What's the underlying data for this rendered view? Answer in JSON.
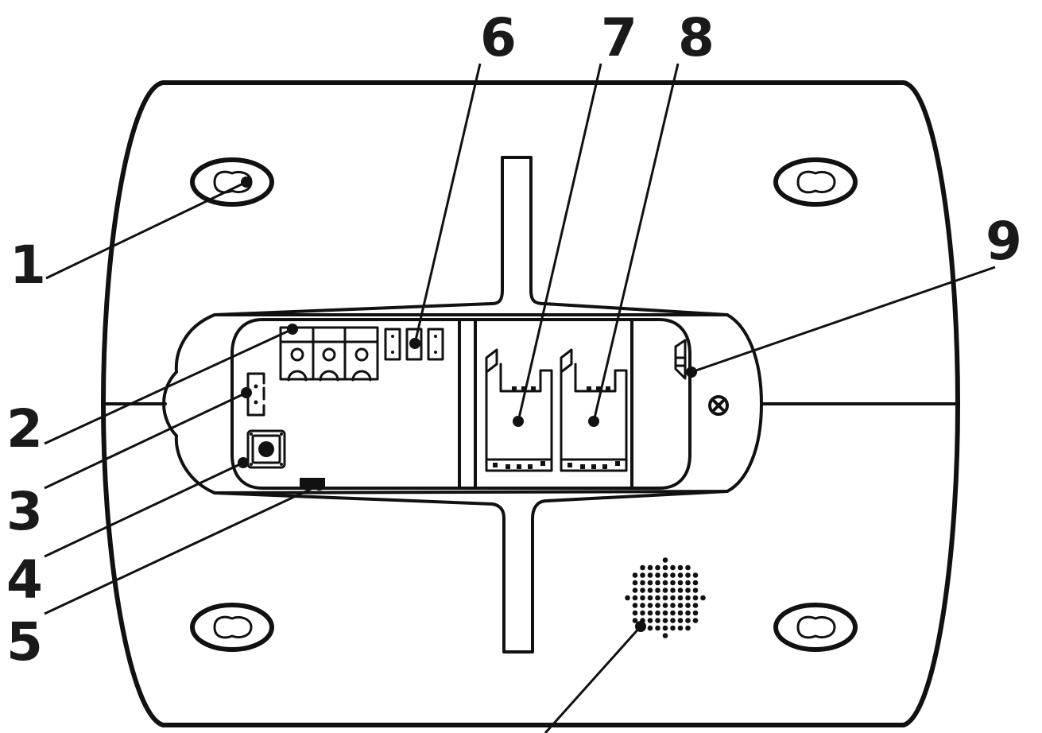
{
  "callouts": [
    {
      "id": "1",
      "label": "1"
    },
    {
      "id": "2",
      "label": "2"
    },
    {
      "id": "3",
      "label": "3"
    },
    {
      "id": "4",
      "label": "4"
    },
    {
      "id": "5",
      "label": "5"
    },
    {
      "id": "6",
      "label": "6"
    },
    {
      "id": "7",
      "label": "7"
    },
    {
      "id": "8",
      "label": "8"
    },
    {
      "id": "9",
      "label": "9"
    }
  ],
  "colors": {
    "ink": "#111111",
    "background": "#ffffff"
  }
}
